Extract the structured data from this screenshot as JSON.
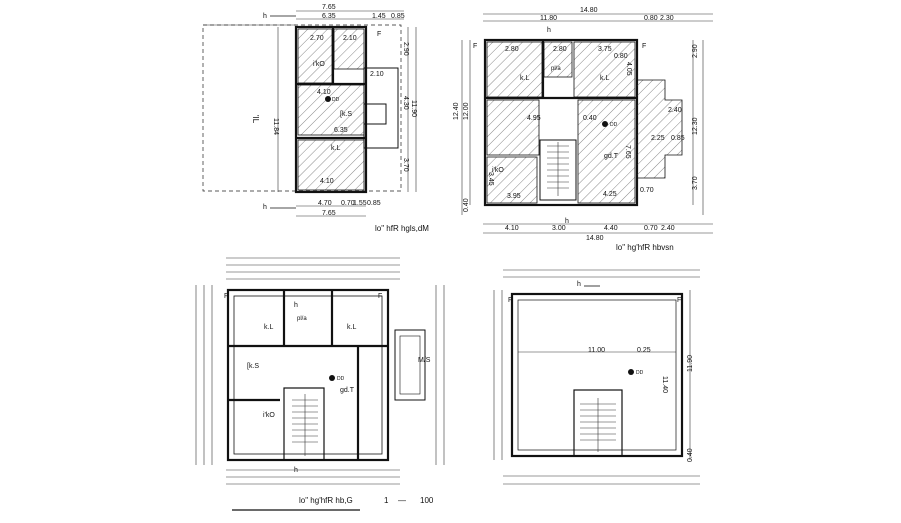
{
  "plan_titles": {
    "terrace": "lo\" hfR hgls,dM",
    "first": "lo\" hg'hfR hbvsn",
    "ground": "lo\" hg'hfR hb,G",
    "scale_one": "1",
    "scale_dash": "—",
    "scale_hundred": "100"
  },
  "terrace_plan": {
    "dim_top_total": "7.65",
    "dim_top_a": "6.35",
    "dim_top_b": "1.45",
    "dim_top_c": "0.85",
    "dim_room_a": "2.70",
    "dim_room_b": "2.10",
    "dim_room_c": "4.10",
    "dim_room_d": "6.35",
    "dim_room_e": "4.10",
    "dim_bottom_a": "4.70",
    "dim_bottom_b": "0.70",
    "dim_bottom_c": "1.55",
    "dim_bottom_d": "0.85",
    "dim_bottom_total": "7.65",
    "dim_left": "11.84",
    "dim_right_a": "2.90",
    "dim_right_b": "4.30",
    "dim_right_c": "3.70",
    "dim_right_total": "11.90",
    "dim_small": "2.10",
    "dim_mid": "0.85",
    "label_main": "'IL",
    "label_room1": "i'kO",
    "label_room2": "[k.S",
    "label_room3": "k.L",
    "north_h": "h",
    "north_f": "F",
    "marker": "DD"
  },
  "first_plan": {
    "dim_top_total": "14.80",
    "dim_top_a": "11.80",
    "dim_top_b": "0.80",
    "dim_top_c": "2.30",
    "dim_room_a": "2.80",
    "dim_room_b": "2.80",
    "dim_room_c": "3.75",
    "dim_room_d": "0.80",
    "dim_room_e": "4.95",
    "dim_room_f": "0.40",
    "dim_room_g": "3.95",
    "dim_room_h": "4.25",
    "dim_room_i": "0.70",
    "dim_room_j": "2.40",
    "dim_room_k": "2.25",
    "dim_room_l": "0.85",
    "dim_room_m": "7.65",
    "dim_room_n": "4.05",
    "dim_room_o": "3.45",
    "dim_bottom_a": "4.10",
    "dim_bottom_b": "3.00",
    "dim_bottom_c": "4.40",
    "dim_bottom_d": "0.70",
    "dim_bottom_e": "2.40",
    "dim_bottom_total": "14.80",
    "dim_left_a": "12.40",
    "dim_left_b": "12.00",
    "dim_left_c": "0.40",
    "dim_right_a": "2.90",
    "dim_right_b": "12.30",
    "dim_right_c": "3.70",
    "label_room1": "k.L",
    "label_room2": "k.L",
    "label_room3": "gd.T",
    "label_room4": "i'kO",
    "label_room5": "pl/a",
    "north_h": "h",
    "north_f": "F",
    "marker": "DD"
  },
  "ground_plan": {
    "label_room1": "k.L",
    "label_room2": "k.L",
    "label_room3": "[k.S",
    "label_room4": "gd.T",
    "label_room5": "i'kO",
    "label_room6": "pl/a",
    "label_room7": "M/S",
    "north_h": "h",
    "north_f": "F",
    "marker": "DD"
  },
  "roof_plan": {
    "dim_a": "11.00",
    "dim_b": "0.25",
    "dim_c": "11.40",
    "dim_d": "11.90",
    "dim_e": "0.40",
    "north_h": "h",
    "north_f1": "F",
    "north_f2": "F",
    "marker": "DD"
  }
}
